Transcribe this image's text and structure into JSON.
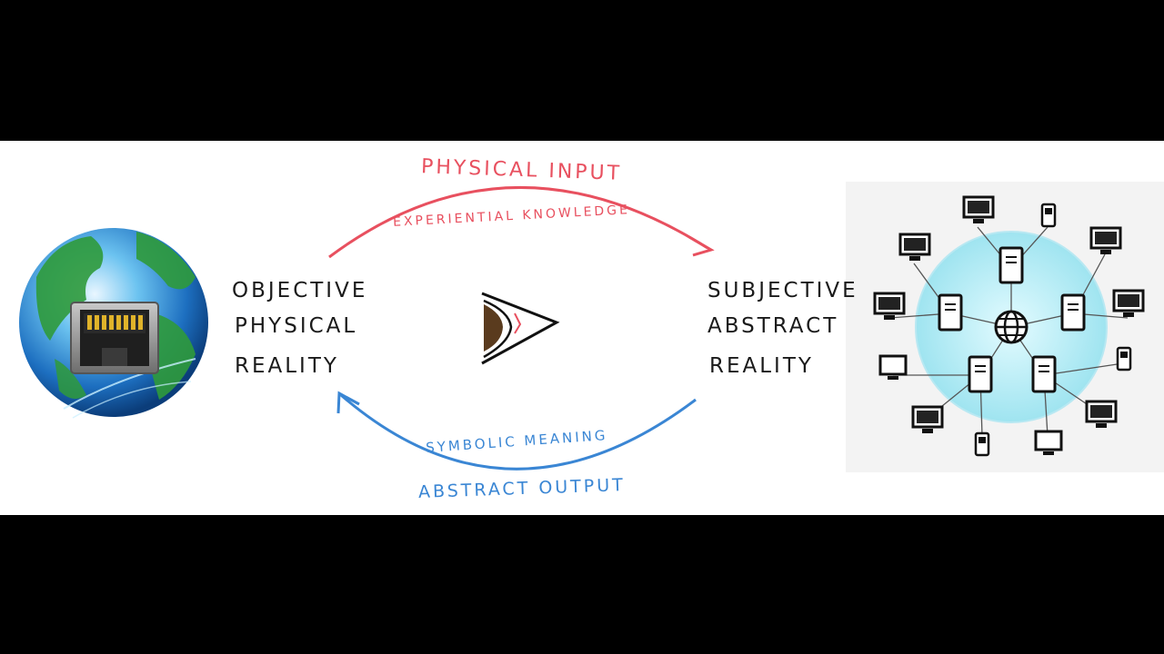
{
  "diagram": {
    "top_arrow": {
      "label": "Physical Input",
      "sublabel": "Experiential Knowledge",
      "color": "#e8505f"
    },
    "bottom_arrow": {
      "label": "Abstract Output",
      "sublabel": "Symbolic Meaning",
      "color": "#3a86d4"
    },
    "left_text": [
      "Objective",
      "Physical",
      "Reality"
    ],
    "right_text": [
      "Subjective",
      "Abstract",
      "Reality"
    ],
    "icons": {
      "left": "globe-ethernet-icon",
      "center": "eye-icon",
      "right": "network-diagram-icon"
    }
  }
}
